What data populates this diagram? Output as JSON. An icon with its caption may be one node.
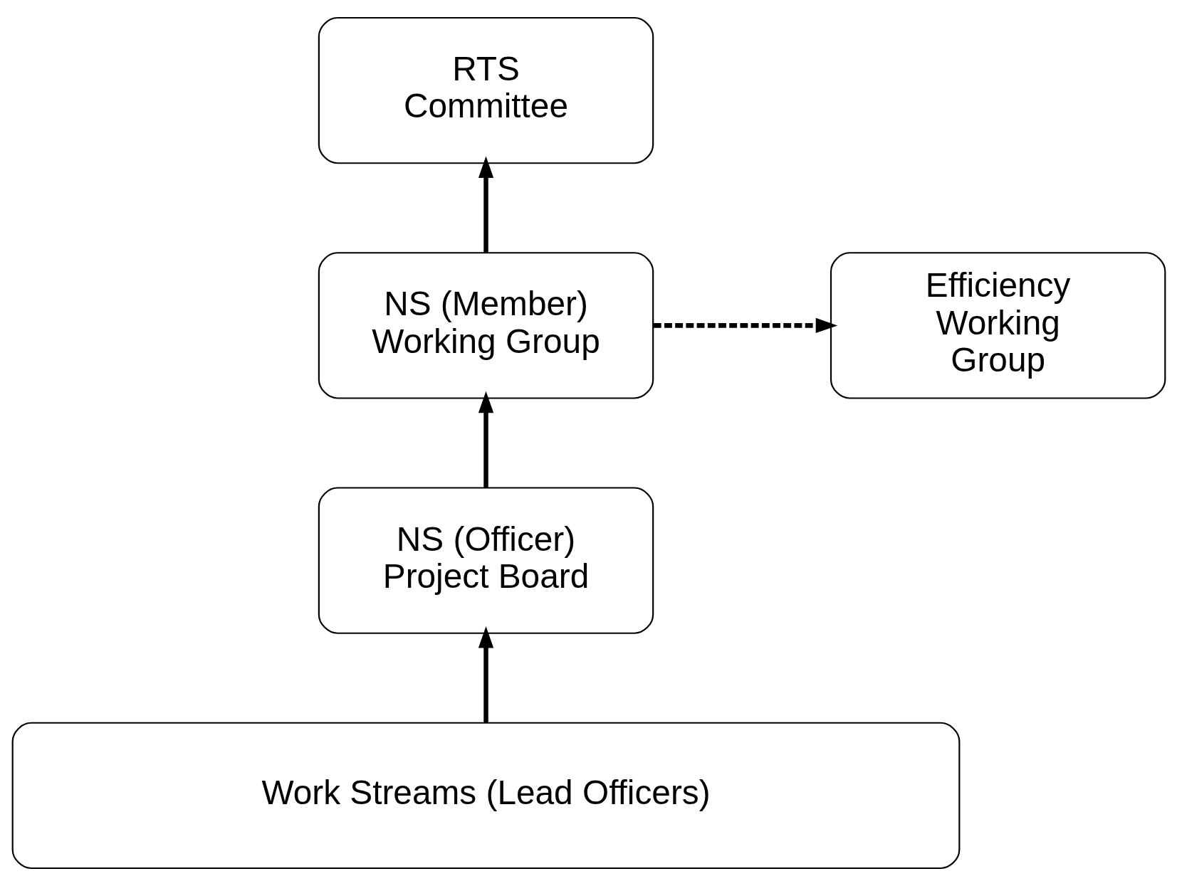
{
  "diagram": {
    "nodes": [
      {
        "text": [
          "RTS Committee"
        ]
      },
      {
        "text": [
          "NS (Member) Working Group"
        ]
      },
      {
        "text": [
          "Efficiency Working Group"
        ]
      },
      {
        "text": [
          "NS (Officer) Project Board"
        ]
      },
      {
        "text": [
          "Work Streams (Lead Officers)"
        ]
      }
    ],
    "edges": [
      {
        "from": 1,
        "to": 0,
        "arrow": "to"
      },
      {
        "from": 1,
        "to": 2,
        "arrow": "to",
        "style": "dashed"
      },
      {
        "from": 3,
        "to": 1,
        "arrow": "to"
      },
      {
        "from": 4,
        "to": 3,
        "arrow": "to"
      }
    ]
  }
}
